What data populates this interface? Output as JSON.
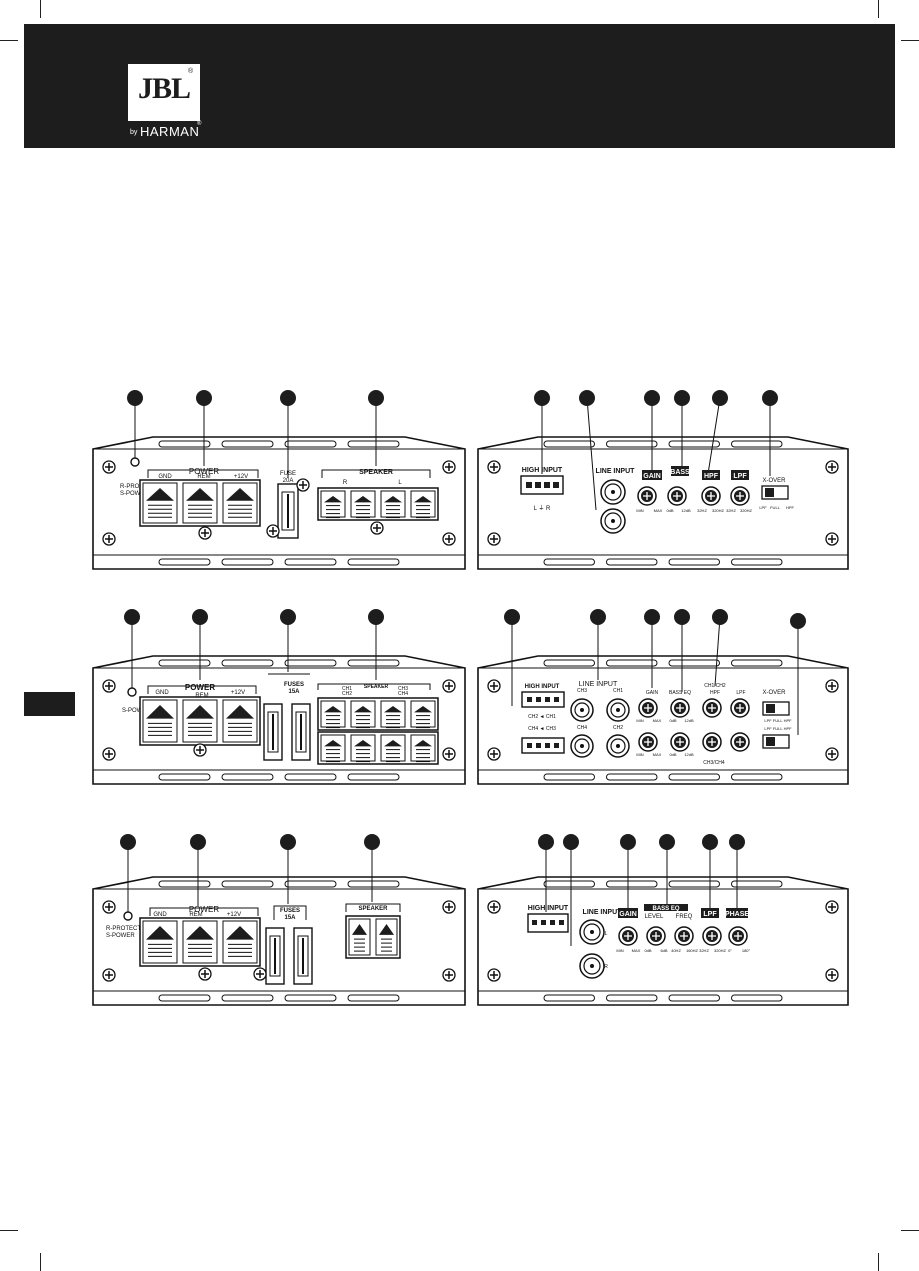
{
  "logo": {
    "wordmark": "JBL",
    "registered": "®",
    "by": "by",
    "brand": "HARMAN"
  },
  "panels": {
    "p1": {
      "led": "R-PROTECT\nS-POWER",
      "power": "POWER",
      "gnd": "GND",
      "rem": "REM",
      "v12": "+12V",
      "fuse": "FUSE\n20A",
      "speaker": "SPEAKER",
      "r": "R",
      "l": "L"
    },
    "p2": {
      "high_input": "HIGH INPUT",
      "line_input": "LINE INPUT",
      "gain": "GAIN",
      "bass_eq": "BASS\nEQ",
      "hpf": "HPF",
      "lpf": "LPF",
      "xover": "X-OVER",
      "ticks": [
        "MIN",
        "MAX",
        "0dB",
        "12dB",
        "32HZ",
        "320HZ",
        "32HZ",
        "320HZ"
      ],
      "xover_pos": [
        "LPF",
        "FULL",
        "HPF"
      ],
      "hi_pins": "L  ⏚  R"
    },
    "p3": {
      "led": "S-POWER",
      "power": "POWER",
      "gnd": "GND",
      "rem": "REM",
      "v12": "+12V",
      "fuses": "FUSES\n15A",
      "speaker": "SPEAKER",
      "ch1": "CH1",
      "ch2": "CH2",
      "ch3": "CH3",
      "ch4": "CH4"
    },
    "p4": {
      "high_input": "HIGH INPUT",
      "line_input": "LINE INPUT",
      "ch3": "CH3",
      "ch1": "CH1",
      "ch4": "CH4",
      "ch2": "CH2",
      "gain": "GAIN",
      "bass_eq": "BASS EQ",
      "ch1ch2": "CH1/CH2",
      "hpf": "HPF",
      "lpf": "LPF",
      "xover": "X-OVER",
      "ch3ch4": "CH3/CH4",
      "pin_a": "CH2 ◄ CH1",
      "pin_b": "CH4 ◄ CH3",
      "ticks": [
        "MIN",
        "MAX",
        "0dB",
        "12dB"
      ],
      "xpos": "LPF FULL HPF"
    },
    "p5": {
      "led": "R-PROTECT\nS-POWER",
      "power": "POWER",
      "gnd": "GND",
      "rem": "REM",
      "v12": "+12V",
      "fuses": "FUSES\n15A",
      "speaker": "SPEAKER"
    },
    "p6": {
      "high_input": "HIGH INPUT",
      "line_input": "LINE INPUT",
      "gain": "GAIN",
      "bass_eq": "BASS EQ",
      "level": "LEVEL",
      "freq": "FREQ",
      "lpf": "LPF",
      "phase": "PHASE",
      "ticks": [
        "MIN",
        "MAX",
        "0dB",
        "6dB",
        "40HZ",
        "160HZ",
        "32HZ",
        "320HZ",
        "0°",
        "180°"
      ],
      "l": "L",
      "r": "R"
    }
  },
  "colors": {
    "header_bg": "#1d1d1d",
    "ink": "#111111",
    "callout": "#1d1d1d"
  }
}
